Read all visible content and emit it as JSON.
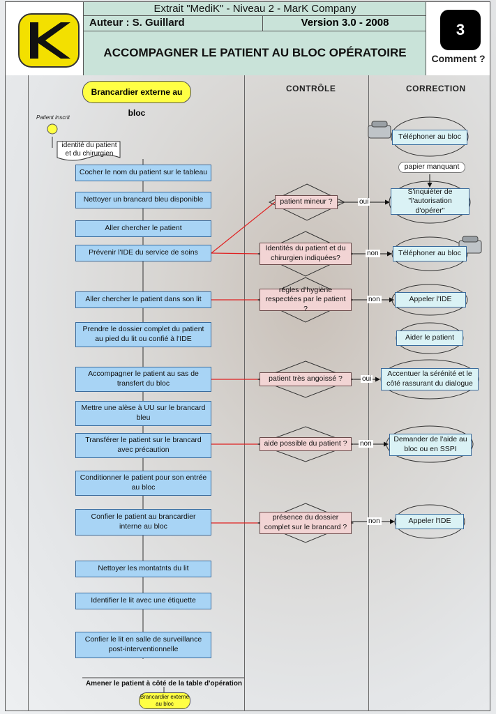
{
  "header": {
    "line1": "Extrait \"MediK\" - Niveau 2 - MarK Company",
    "author": "Auteur :  S. Guillard",
    "version": "Version 3.0 - 2008",
    "title": "ACCOMPAGNER LE PATIENT AU BLOC OPÉRATOIRE",
    "number": "3",
    "comment": "Comment ?"
  },
  "columns": {
    "lane": "Brancardier externe au bloc",
    "control": "CONTRÔLE",
    "correction": "CORRECTION"
  },
  "start": {
    "label": "Patient inscrit",
    "document": "identité du patient et du chirurgien"
  },
  "steps": [
    "Cocher le nom du patient sur le tableau",
    "Nettoyer un brancard bleu disponible",
    "Aller chercher le patient",
    "Prévenir l'IDE du service de soins",
    "Aller chercher le patient dans son lit",
    "Prendre le dossier complet du patient au pied du lit ou confié à l'IDE",
    "Accompagner le patient au sas de transfert du bloc",
    "Mettre une alèse à UU sur le brancard bleu",
    "Transférer le patient sur le brancard avec précaution",
    "Conditionner le patient pour son entrée au bloc",
    "Confier le patient au brancardier interne au bloc",
    "Nettoyer les montatnts du lit",
    "Identifier le lit avec une étiquette",
    "Confier le lit en salle de surveillance post-interventionnelle"
  ],
  "controls": [
    "patient mineur ?",
    "Identités du patient et du chirurgien indiquées?",
    "régles d'hygiène respectées par le patient ?",
    "patient très angoissé ?",
    "aide possible du patient ?",
    "présence du dossier complet sur le brancard ?"
  ],
  "corrections": [
    "Téléphoner au bloc",
    "papier manquant",
    "S'inquiéter de \"l'autorisation d'opérer\"",
    "Téléphoner au bloc",
    "Appeler l'IDE",
    "Aider le patient",
    "Accentuer la sérénité et le côté rassurant du dialogue",
    "Demander de l'aide au bloc ou en SSPI",
    "Appeler l'IDE"
  ],
  "edge_labels": {
    "oui1": "oui",
    "non1": "non",
    "non2": "non",
    "oui2": "oui",
    "non3": "non",
    "non4": "non"
  },
  "end": {
    "label": "Amener le patient à côté de la table d'opération",
    "pill": "Brancardier externe au bloc"
  },
  "colors": {
    "step": "#a8d4f5",
    "control": "#f2d4d4",
    "correction": "#daf2f5",
    "lane": "#ffff44",
    "red_link": "#e02020"
  }
}
